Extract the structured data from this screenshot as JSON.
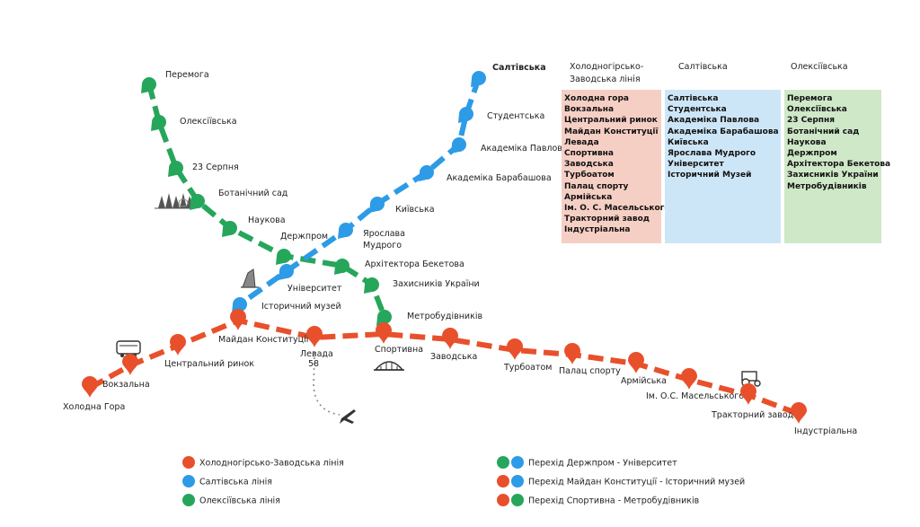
{
  "colors": {
    "red": "#e8502c",
    "blue": "#2d9be6",
    "green": "#26a65b",
    "grey": "#8a8a8a"
  },
  "lines": {
    "red": {
      "stations": [
        {
          "name": "Холодна Гора",
          "icon": "pin"
        },
        {
          "name": "Вокзальна",
          "icon": "pin"
        },
        {
          "name": "Центральний ринок",
          "icon": "pin"
        },
        {
          "name": "Майдан Конституції",
          "icon": "pin"
        },
        {
          "name": "Левада",
          "icon": "pin"
        },
        {
          "name": "Спортивна",
          "icon": "pin"
        },
        {
          "name": "Заводська",
          "icon": "pin"
        },
        {
          "name": "Турбоатом",
          "icon": "pin"
        },
        {
          "name": "Палац спорту",
          "icon": "pin"
        },
        {
          "name": "Армійська",
          "icon": "pin"
        },
        {
          "name": "Ім. О.С. Масельського",
          "icon": "pin"
        },
        {
          "name": "Тракторний завод",
          "icon": "pin"
        },
        {
          "name": "Індустріальна",
          "icon": "pin"
        }
      ]
    },
    "blue": {
      "stations": [
        {
          "name": "Салтівська"
        },
        {
          "name": "Студентська"
        },
        {
          "name": "Академіка Павлова"
        },
        {
          "name": "Академіка Барабашова"
        },
        {
          "name": "Київська"
        },
        {
          "name": "Ярослава Мудрого"
        },
        {
          "name": "Університет"
        },
        {
          "name": "Історичний музей"
        }
      ]
    },
    "green": {
      "stations": [
        {
          "name": "Перемога"
        },
        {
          "name": "Олексіївська"
        },
        {
          "name": "23 Серпня"
        },
        {
          "name": "Ботанічний сад"
        },
        {
          "name": "Наукова"
        },
        {
          "name": "Держпром"
        },
        {
          "name": "Архітектора Бекетова"
        },
        {
          "name": "Захисників України"
        },
        {
          "name": "Метробудівників"
        }
      ]
    }
  },
  "bus_label": "58",
  "icons": [
    "trees-icon",
    "monument-icon",
    "train-icon",
    "stadium-icon",
    "tractor-icon",
    "airplane-icon"
  ],
  "headers": {
    "red": "Холодногірсько-Заводська лінія",
    "blue": "Салтівська",
    "green": "Олексіївська"
  },
  "lists": {
    "red": [
      "Холодна гора",
      "Вокзальна",
      "Центральний ринок",
      "Майдан Конституції",
      "Левада",
      "Спортивна",
      "Заводська",
      "Турбоатом",
      "Палац спорту",
      "Армійська",
      "Ім. О. С. Масельського",
      "Тракторний завод",
      "Індустріальна"
    ],
    "blue": [
      "Салтівська",
      "Студентська",
      "Академіка Павлова",
      "Академіка Барабашова",
      "Київська",
      "Ярослава Мудрого",
      "Університет",
      "Історичний Музей"
    ],
    "green": [
      "Перемога",
      "Олексіївська",
      "23 Серпня",
      "Ботанічний сад",
      "Наукова",
      "Держпром",
      "Архітектора Бекетова",
      "Захисників України",
      "Метробудівників"
    ]
  },
  "legend": {
    "lines": [
      {
        "label": "Холодногірсько-Заводська лінія",
        "color": "red"
      },
      {
        "label": "Салтівська лінія",
        "color": "blue"
      },
      {
        "label": "Олексіївська лінія",
        "color": "green"
      }
    ],
    "transfers": [
      {
        "label": "Перехід  Держпром - Університет",
        "colors": [
          "green",
          "blue"
        ]
      },
      {
        "label": "Перехід Майдан Конституції - Історичний музей",
        "colors": [
          "red",
          "blue"
        ]
      },
      {
        "label": "Перехід Спортивна - Метробудівників",
        "colors": [
          "red",
          "green"
        ]
      }
    ]
  }
}
